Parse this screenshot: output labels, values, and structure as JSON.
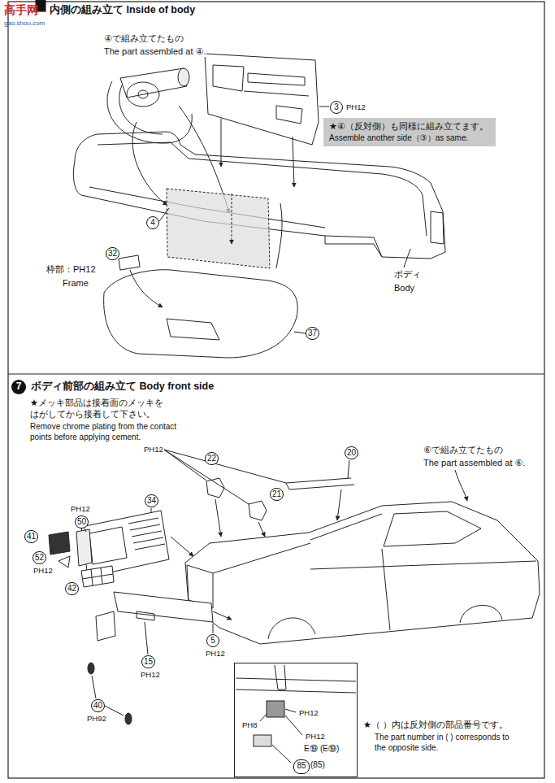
{
  "diagram": {
    "nodes": [
      {
        "text": [
          "★④（反対側）も同様に組み立てます。",
          "Assemble another side（③）as same."
        ]
      },
      {
        "text": [
          "PH8",
          "PH12",
          "PH12",
          "E⑲",
          "(E⑲)",
          "85",
          "(85)"
        ]
      }
    ],
    "labels": [
      "高手网",
      "gao.shou.com",
      "内側の組み立て Inside of body",
      "④で組み立てたもの",
      "The part assembled at ④.",
      "3",
      "PH12",
      "4",
      "32",
      "枠部：PH12",
      "Frame",
      "ボディ",
      "Body",
      "37",
      "7",
      "ボディ前部の組み立て Body front side",
      "★メッキ部品は接着面のメッキを はがしてから接着して下さい。",
      "Remove chrome plating from the contact points before applying cement.",
      "PH12",
      "22",
      "21",
      "20",
      "⑥で組み立てたもの",
      "The part assembled at ⑥.",
      "PH12",
      "50",
      "34",
      "41",
      "52",
      "PH12",
      "42",
      "5",
      "PH12",
      "15",
      "PH12",
      "40",
      "PH92",
      "★（ ）内は反対側の部品番号です。",
      "The part number in ( ) corresponds to the opposite side."
    ]
  }
}
